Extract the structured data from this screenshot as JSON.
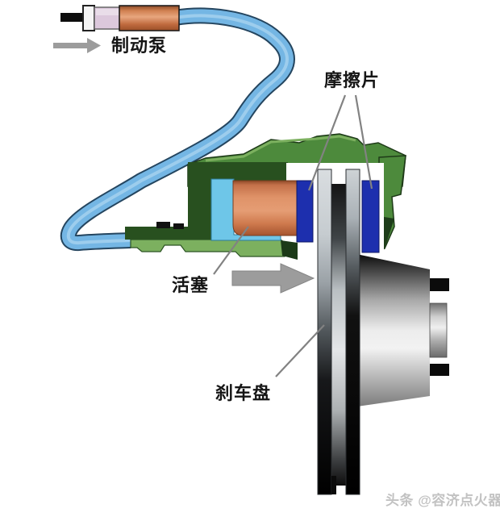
{
  "diagram": {
    "background": "#ffffff",
    "labels": {
      "brake_pump": "制动泵",
      "friction_pad": "摩擦片",
      "piston": "活塞",
      "brake_disc": "刹车盘"
    },
    "watermark": "头条 @容济点火器",
    "icons": {
      "pump_flow_arrow": "right-arrow",
      "clamp_direction_arrow": "right-arrow"
    },
    "colors": {
      "hose_outline": "#24455f",
      "hose_fill": "#74b6e4",
      "hose_highlight": "#a8d3ef",
      "caliper_green": "#4d8a3c",
      "caliper_green_dark": "#28501f",
      "caliper_green_light": "#7cb05f",
      "fluid_cyan": "#6ec6e8",
      "piston_orange": "#d98a5e",
      "pad_blue": "#1d2fae",
      "pump_orange": "#cd7748",
      "pump_pink": "#dcc8dc",
      "pump_rod_black": "#0d0d0d",
      "disc_dark": "#0b0b0b",
      "arrow_gray": "#9c9c9c",
      "leader_gray": "#828282",
      "label_color": "#151515",
      "watermark_color": "#c2c2c2"
    }
  }
}
